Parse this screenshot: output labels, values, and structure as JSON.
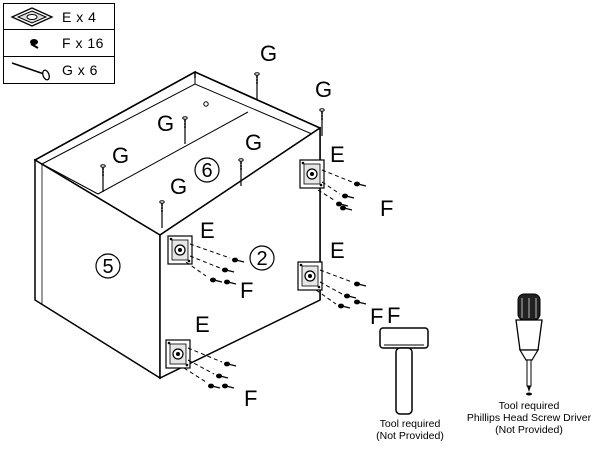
{
  "legend": {
    "items": [
      {
        "icon": "mounting-plate-icon",
        "label": "E x 4"
      },
      {
        "icon": "screw-icon",
        "label": "F x 16"
      },
      {
        "icon": "nail-icon",
        "label": "G x 6"
      }
    ]
  },
  "panels": {
    "side": "5",
    "back": "2",
    "bottom": "6"
  },
  "callouts": {
    "nail": "G",
    "plate": "E",
    "screw": "F"
  },
  "tools": {
    "hammer": {
      "label": "F",
      "caption_line1": "Tool required",
      "caption_line2": "(Not Provided)"
    },
    "screwdriver": {
      "caption_line1": "Tool required",
      "caption_line2": "Phillips Head Screw Driver",
      "caption_line3": "(Not Provided)"
    }
  }
}
